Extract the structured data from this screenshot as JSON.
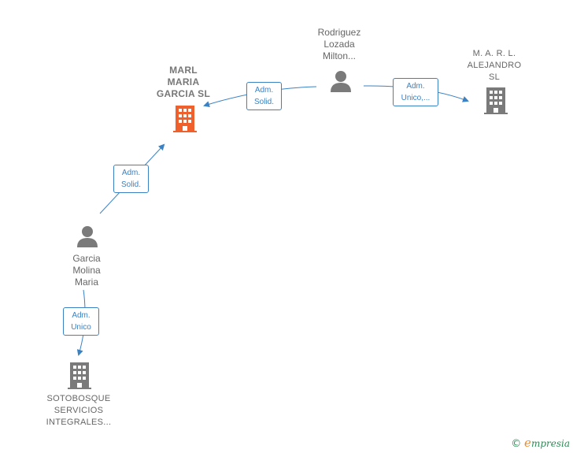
{
  "colors": {
    "edge": "#3b82c4",
    "person_icon": "#7a7a7a",
    "company_icon": "#7a7a7a",
    "main_company_icon": "#f0602c",
    "footer_green": "#2e8b57",
    "footer_orange": "#f08a24"
  },
  "nodes": {
    "marl_maria": {
      "label": "MARL\nMARIA\nGARCIA  SL",
      "icon": "building-icon"
    },
    "rodriguez": {
      "label": "Rodriguez\nLozada\nMilton...",
      "icon": "person-icon"
    },
    "marl_alejandro": {
      "label": "M.  A.  R.  L.\nALEJANDRO\nSL",
      "icon": "building-icon"
    },
    "garcia_molina": {
      "label": "Garcia\nMolina\nMaria",
      "icon": "person-icon"
    },
    "sotobosque": {
      "label": "SOTOBOSQUE\nSERVICIOS\nINTEGRALES...",
      "icon": "building-icon"
    }
  },
  "edges": {
    "rodriguez_to_marl_maria": {
      "label": "Adm.\nSolid."
    },
    "rodriguez_to_marl_alejandro": {
      "label": "Adm.\nUnico,..."
    },
    "garcia_to_marl_maria": {
      "label": "Adm.\nSolid."
    },
    "garcia_to_sotobosque": {
      "label": "Adm.\nUnico"
    }
  },
  "footer": {
    "copyright": "©",
    "brand_initial": "e",
    "brand_rest": "mpresia"
  }
}
